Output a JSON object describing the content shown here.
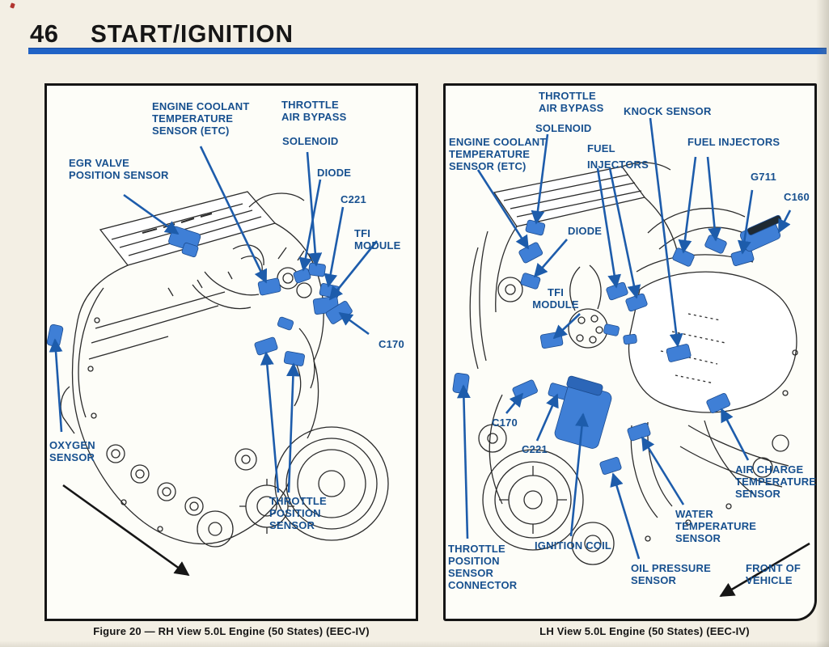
{
  "page": {
    "number": "46",
    "title": "START/IGNITION",
    "colors": {
      "accent_bar": "#2063c6",
      "label_text": "#17508f",
      "leader_arrow_blue": "#1d5cab",
      "sensor_highlight_blue": "#3f7fd6",
      "paper": "#f3efe4",
      "panel_background": "#fdfdf8",
      "line_art": "#2b2b2b"
    }
  },
  "left_panel": {
    "caption": "Figure 20 — RH View 5.0L Engine (50 States) (EEC-IV)",
    "labels": [
      {
        "id": "engine-coolant-temperature-sensor",
        "text": "ENGINE COOLANT\nTEMPERATURE\nSENSOR (ETC)"
      },
      {
        "id": "throttle-air-bypass",
        "text": "THROTTLE\nAIR BYPASS"
      },
      {
        "id": "solenoid",
        "text": "SOLENOID"
      },
      {
        "id": "egr-valve-position-sensor",
        "text": "EGR VALVE\nPOSITION SENSOR"
      },
      {
        "id": "diode",
        "text": "DIODE"
      },
      {
        "id": "c221",
        "text": "C221"
      },
      {
        "id": "tfi-module",
        "text": "TFI MODULE"
      },
      {
        "id": "c170",
        "text": "C170"
      },
      {
        "id": "oxygen-sensor",
        "text": "OXYGEN\nSENSOR"
      },
      {
        "id": "throttle-position-sensor",
        "text": "THROTTLE\nPOSITION\nSENSOR"
      }
    ]
  },
  "right_panel": {
    "caption": "LH View 5.0L Engine (50 States) (EEC-IV)",
    "labels": [
      {
        "id": "throttle-air-bypass",
        "text": "THROTTLE\nAIR BYPASS"
      },
      {
        "id": "solenoid",
        "text": "SOLENOID"
      },
      {
        "id": "knock-sensor",
        "text": "KNOCK SENSOR"
      },
      {
        "id": "engine-coolant-temperature-sensor",
        "text": "ENGINE COOLANT\nTEMPERATURE\nSENSOR (ETC)"
      },
      {
        "id": "fuel-injectors-left",
        "text": "FUEL\nINJECTORS"
      },
      {
        "id": "fuel-injectors-right",
        "text": "FUEL INJECTORS"
      },
      {
        "id": "g711",
        "text": "G711"
      },
      {
        "id": "c160",
        "text": "C160"
      },
      {
        "id": "diode",
        "text": "DIODE"
      },
      {
        "id": "tfi-module",
        "text": "TFI\nMODULE"
      },
      {
        "id": "c170",
        "text": "C170"
      },
      {
        "id": "c221",
        "text": "C221"
      },
      {
        "id": "air-charge-temperature-sensor",
        "text": "AIR CHARGE\nTEMPERATURE\nSENSOR"
      },
      {
        "id": "water-temperature-sensor",
        "text": "WATER\nTEMPERATURE\nSENSOR"
      },
      {
        "id": "ignition-coil",
        "text": "IGNITION COIL"
      },
      {
        "id": "throttle-position-sensor-connector",
        "text": "THROTTLE\nPOSITION\nSENSOR\nCONNECTOR"
      },
      {
        "id": "oil-pressure-sensor",
        "text": "OIL PRESSURE\nSENSOR"
      },
      {
        "id": "front-of-vehicle",
        "text": "FRONT OF\nVEHICLE"
      }
    ]
  }
}
